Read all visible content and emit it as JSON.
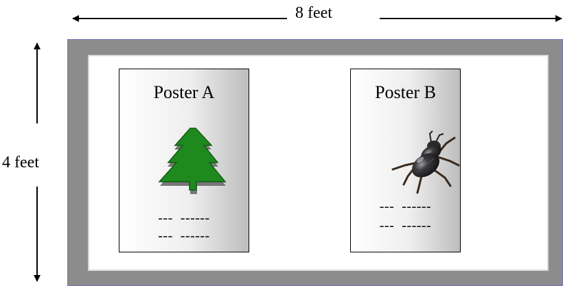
{
  "dimensions": {
    "width_label": "8 feet",
    "height_label": "4 feet"
  },
  "posters": [
    {
      "title": "Poster A",
      "icon": "tree-icon",
      "lines": [
        "---  ------",
        "---  ------"
      ]
    },
    {
      "title": "Poster B",
      "icon": "beetle-icon",
      "lines": [
        "---  ------",
        "---  ------"
      ]
    }
  ],
  "colors": {
    "board_frame": "#8c8c8c",
    "board_border": "#6f78b4",
    "tree_green": "#1e8a1e",
    "beetle_dark": "#2a2a2a"
  }
}
